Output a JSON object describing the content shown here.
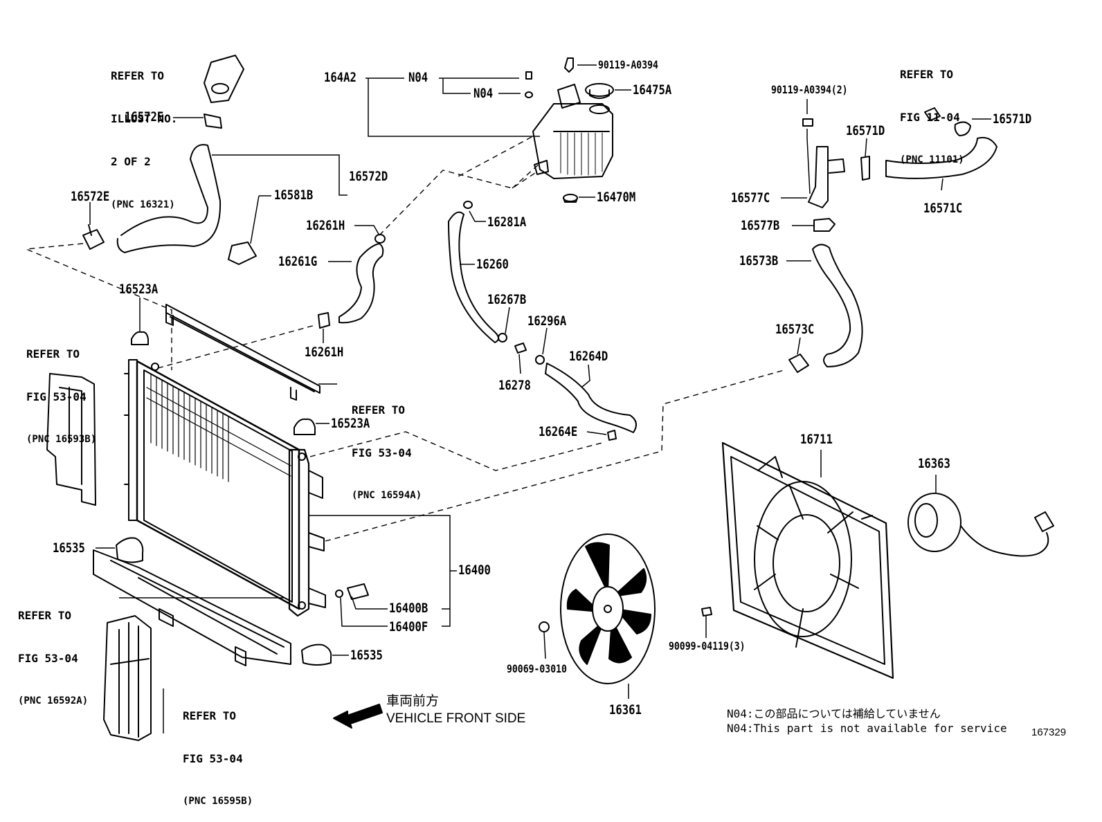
{
  "labels": {
    "p164A2": "164A2",
    "pN04a": "N04",
    "pN04b": "N04",
    "p90119_A0394": "90119-A0394",
    "p16475A": "16475A",
    "p16470M": "16470M",
    "p16572E_top": "16572E",
    "p16572D": "16572D",
    "p16572E_left": "16572E",
    "p16581B": "16581B",
    "p16261H_top": "16261H",
    "p16261G": "16261G",
    "p16261H_bot": "16261H",
    "p16281A": "16281A",
    "p16260": "16260",
    "p16267B": "16267B",
    "p16296A": "16296A",
    "p16278": "16278",
    "p16264D": "16264D",
    "p16264E": "16264E",
    "p16523A_top": "16523A",
    "p16523A_mid": "16523A",
    "p16400": "16400",
    "p16400B": "16400B",
    "p16400F": "16400F",
    "p16535_left": "16535",
    "p16535_bot": "16535",
    "p90119_A0394_2": "90119-A0394(2)",
    "p16571D_a": "16571D",
    "p16571D_b": "16571D",
    "p16577C": "16577C",
    "p16577B": "16577B",
    "p16571C": "16571C",
    "p16573B": "16573B",
    "p16573C": "16573C",
    "p16711": "16711",
    "p16363": "16363",
    "p16361": "16361",
    "p90069_03010": "90069-03010",
    "p90099_04119_3": "90099-04119(3)"
  },
  "refs": {
    "illust": {
      "l1": "REFER TO",
      "l2": "ILLUST NO.",
      "l3": "2 OF 2",
      "l4": "(PNC 16321)"
    },
    "fig11": {
      "l1": "REFER TO",
      "l2": "FIG 11-04",
      "l3": "(PNC 11101)"
    },
    "fig53_a": {
      "l1": "REFER TO",
      "l2": "FIG 53-04",
      "l3": "(PNC 16593B)"
    },
    "fig53_b": {
      "l1": "REFER TO",
      "l2": "FIG 53-04",
      "l3": "(PNC 16594A)"
    },
    "fig53_c": {
      "l1": "REFER TO",
      "l2": "FIG 53-04",
      "l3": "(PNC 16592A)"
    },
    "fig53_d": {
      "l1": "REFER TO",
      "l2": "FIG 53-04",
      "l3": "(PNC 16595B)"
    }
  },
  "front": {
    "jp": "車両前方",
    "en": "VEHICLE FRONT SIDE"
  },
  "notes": {
    "jp": "N04:この部品については補給していません",
    "en": "N04:This part is not available for service"
  },
  "illus_no": "167329"
}
